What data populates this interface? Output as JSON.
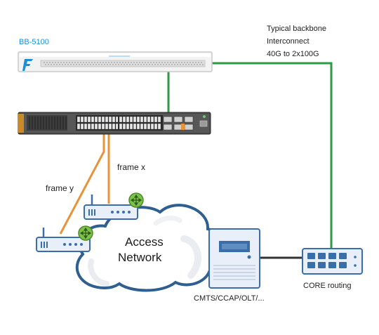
{
  "device_label": "BB-5100",
  "backbone_note": {
    "line1": "Typical backbone",
    "line2": "Interconnect",
    "line3": "40G to 2x100G"
  },
  "frame_x": "frame x",
  "frame_y": "frame y",
  "cloud_label": {
    "line1": "Access",
    "line2": "Network"
  },
  "cmts_label": "CMTS/CCAP/OLT/...",
  "core_label": "CORE routing",
  "colors": {
    "backbone_link": "#2e9a44",
    "access_link": "#e8933a",
    "core_link": "#333333",
    "cloud_outline": "#2f5f8f",
    "device_outline": "#3a6ea8",
    "device_fill": "#e9eff8",
    "router_badge": "#7cc24a"
  }
}
